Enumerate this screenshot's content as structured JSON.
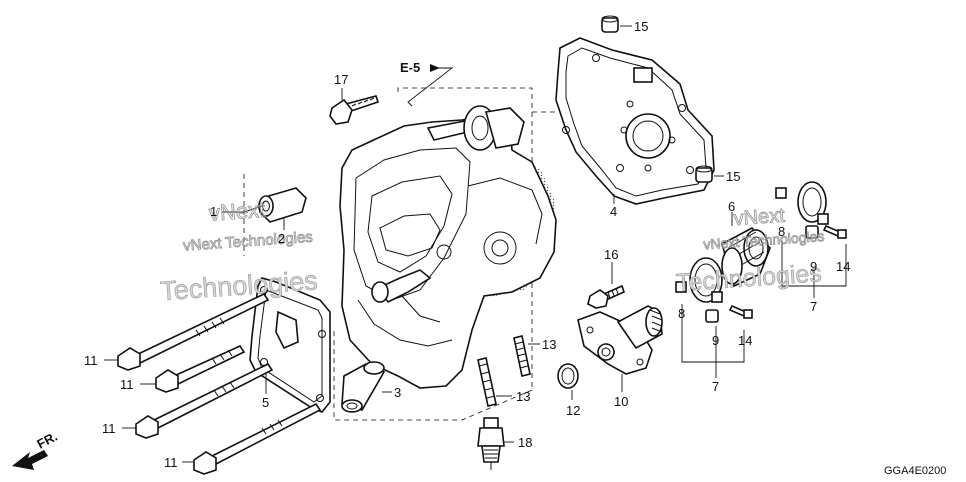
{
  "callouts": [
    {
      "id": "c1",
      "text": "1"
    },
    {
      "id": "c2",
      "text": "2"
    },
    {
      "id": "c3",
      "text": "3"
    },
    {
      "id": "c4",
      "text": "4"
    },
    {
      "id": "c5",
      "text": "5"
    },
    {
      "id": "c6",
      "text": "6"
    },
    {
      "id": "c7a",
      "text": "7"
    },
    {
      "id": "c7b",
      "text": "7"
    },
    {
      "id": "c8a",
      "text": "8"
    },
    {
      "id": "c8b",
      "text": "8"
    },
    {
      "id": "c9a",
      "text": "9"
    },
    {
      "id": "c9b",
      "text": "9"
    },
    {
      "id": "c10",
      "text": "10"
    },
    {
      "id": "c11a",
      "text": "11"
    },
    {
      "id": "c11b",
      "text": "11"
    },
    {
      "id": "c11c",
      "text": "11"
    },
    {
      "id": "c11d",
      "text": "11"
    },
    {
      "id": "c12",
      "text": "12"
    },
    {
      "id": "c13a",
      "text": "13"
    },
    {
      "id": "c13b",
      "text": "13"
    },
    {
      "id": "c14a",
      "text": "14"
    },
    {
      "id": "c14b",
      "text": "14"
    },
    {
      "id": "c15a",
      "text": "15"
    },
    {
      "id": "c15b",
      "text": "15"
    },
    {
      "id": "c16",
      "text": "16"
    },
    {
      "id": "c17",
      "text": "17"
    },
    {
      "id": "c18",
      "text": "18"
    }
  ],
  "reference": "E-5",
  "front_label": "FR.",
  "diagram_code": "GGA4E0200",
  "watermarks": [
    {
      "line1": "vNext",
      "line2": "vNext Technologies",
      "line3": "Technologies"
    },
    {
      "line1": "vNext",
      "line2": "vNext Technologies",
      "line3": "Technologies"
    }
  ]
}
